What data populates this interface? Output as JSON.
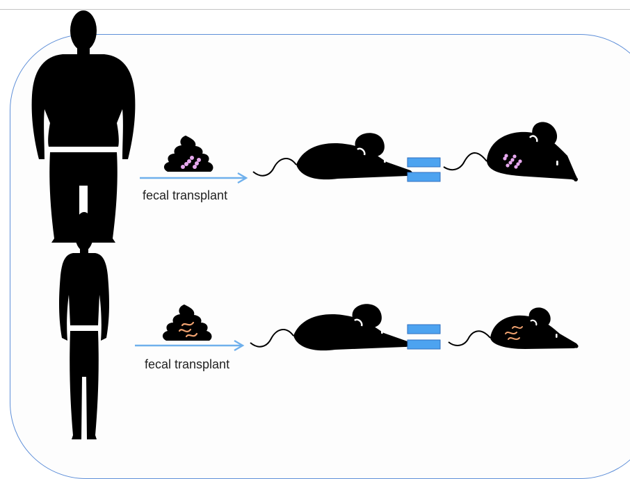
{
  "rows": [
    {
      "id": "obese",
      "label": "fecal transplant",
      "microbe_color": "#e6a8ee"
    },
    {
      "id": "lean",
      "label": "fecal transplant",
      "microbe_color": "#f0a270"
    }
  ],
  "colors": {
    "panel_border": "#5d8ed8",
    "arrow": "#6fb0ec",
    "equals_fill": "#4da3f0",
    "equals_stroke": "#2f6fc0",
    "silhouette": "#000000"
  }
}
